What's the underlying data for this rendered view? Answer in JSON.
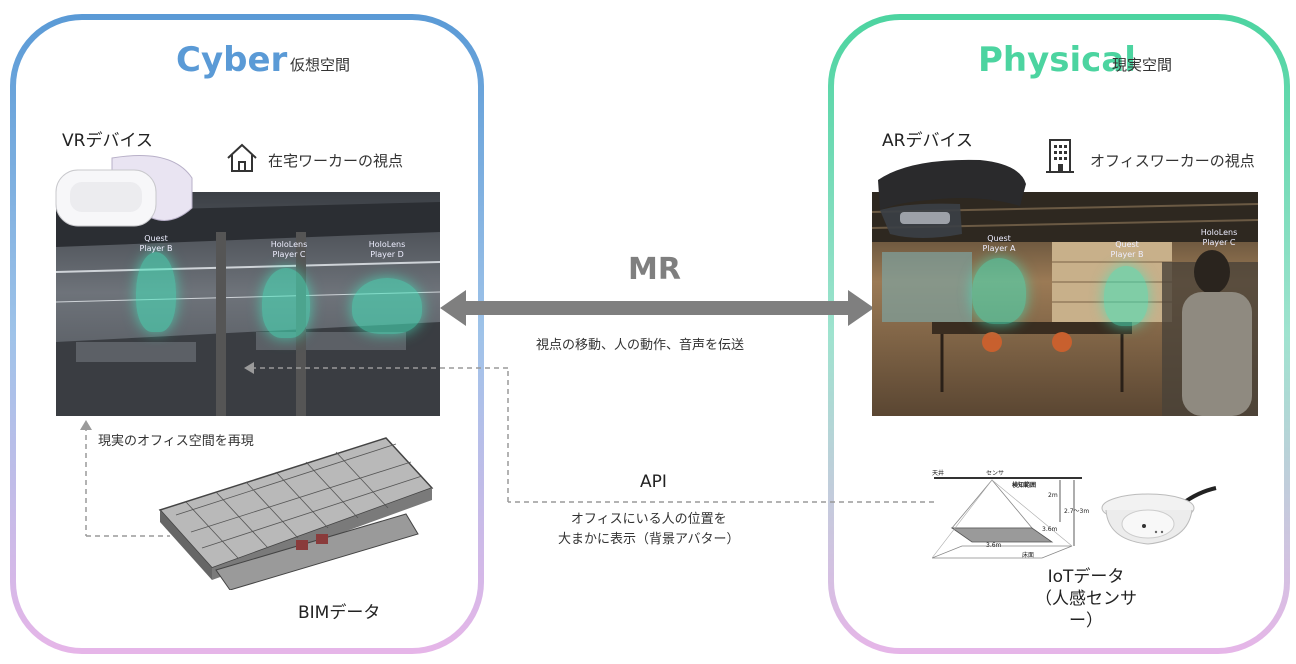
{
  "cyber": {
    "title": "Cyber",
    "subtitle": "仮想空間",
    "device_label": "VRデバイス",
    "viewpoint_label": "在宅ワーカーの視点",
    "avatars": [
      {
        "line1": "Quest",
        "line2": "Player B"
      },
      {
        "line1": "HoloLens",
        "line2": "Player C"
      },
      {
        "line1": "HoloLens",
        "line2": "Player D"
      }
    ],
    "reproduce_note": "現実のオフィス空間を再現",
    "bim_label": "BIMデータ"
  },
  "physical": {
    "title": "Physical",
    "subtitle": "現実空間",
    "device_label": "ARデバイス",
    "viewpoint_label": "オフィスワーカーの視点",
    "avatars": [
      {
        "line1": "Quest",
        "line2": "Player A"
      },
      {
        "line1": "Quest",
        "line2": "Player B"
      },
      {
        "line1": "HoloLens",
        "line2": "Player C"
      }
    ],
    "iot_label_line1": "IoTデータ",
    "iot_label_line2": "（人感センサー）",
    "sensor_diagram": {
      "ceiling": "天井",
      "sensor": "センサ",
      "detection_area": "検知範囲",
      "height_2m": "2m",
      "height_range": "2.7～3m",
      "width_1": "3.6m",
      "width_2": "3.6m",
      "floor": "床面"
    }
  },
  "center": {
    "mr_label": "MR",
    "mr_description": "視点の移動、人の動作、音声を伝送",
    "api_label": "API",
    "api_description_line1": "オフィスにいる人の位置を",
    "api_description_line2": "大まかに表示（背景アバター）"
  },
  "colors": {
    "cyber_accent": "#5a9ad6",
    "physical_accent": "#4cd4a0",
    "arrow": "#7f7f7f",
    "panel_bottom": "#e6b5e8"
  }
}
